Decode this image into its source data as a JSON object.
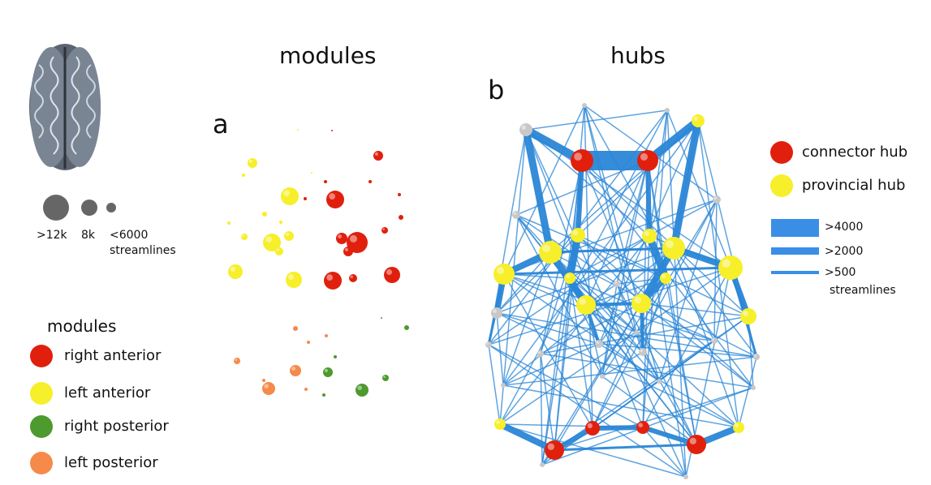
{
  "panels": {
    "modules_title": "modules",
    "hubs_title": "hubs",
    "panel_a_letter": "a",
    "panel_b_letter": "b"
  },
  "size_legend": {
    "items": [
      ">12k",
      "8k",
      "<6000"
    ],
    "unit": "streamlines"
  },
  "modules_legend": {
    "title": "modules",
    "items": [
      {
        "label": "right anterior",
        "color": "#e0200d"
      },
      {
        "label": "left anterior",
        "color": "#f6ef2a"
      },
      {
        "label": "right posterior",
        "color": "#4d9a2e"
      },
      {
        "label": "left posterior",
        "color": "#f58a4a"
      }
    ]
  },
  "hub_legend": {
    "items": [
      {
        "label": "connector hub",
        "color": "#e0200d"
      },
      {
        "label": "provincial hub",
        "color": "#f6ef2a"
      }
    ]
  },
  "edge_legend": {
    "items": [
      ">4000",
      ">2000",
      ">500"
    ],
    "unit": "streamlines",
    "color": "#3a8ee6"
  },
  "colors": {
    "edge": "#2a86d6",
    "node_gray": "#c8c8c8"
  }
}
